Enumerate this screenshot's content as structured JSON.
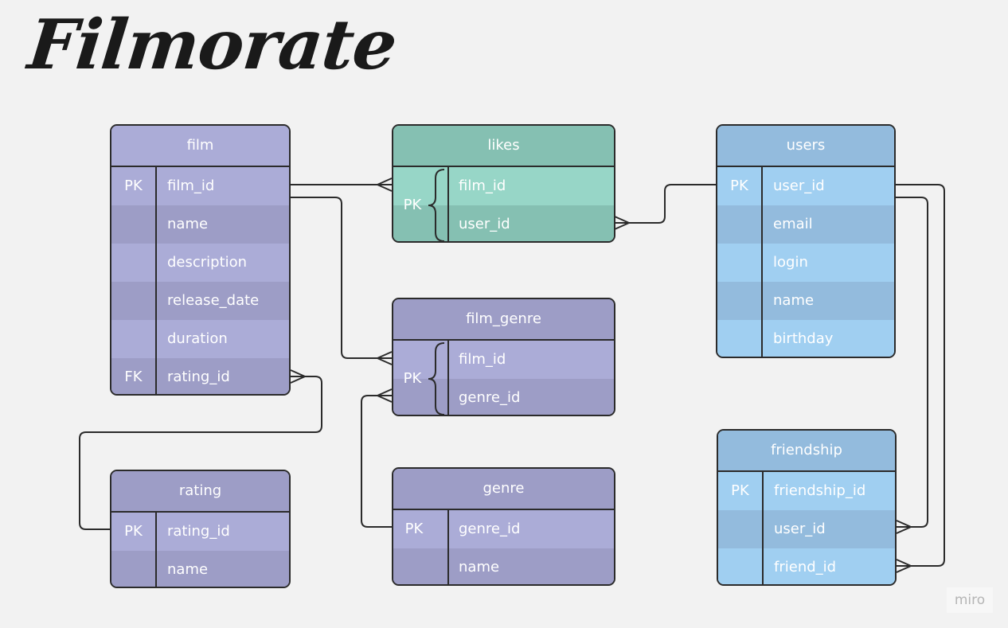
{
  "title": "Filmorate",
  "watermark": "miro",
  "colors": {
    "purple_light": "#abacd7",
    "purple_dark": "#9d9dc6",
    "teal_light": "#97d6c7",
    "teal_dark": "#85c0b2",
    "blue_light": "#a0cff1",
    "blue_dark": "#93bbdd",
    "line": "#2b2b2b"
  },
  "entities": {
    "film": {
      "name": "film",
      "rows": [
        {
          "key": "PK",
          "field": "film_id"
        },
        {
          "key": "",
          "field": "name"
        },
        {
          "key": "",
          "field": "description"
        },
        {
          "key": "",
          "field": "release_date"
        },
        {
          "key": "",
          "field": "duration"
        },
        {
          "key": "FK",
          "field": "rating_id"
        }
      ]
    },
    "likes": {
      "name": "likes",
      "pk_group": "PK",
      "rows": [
        {
          "key": "",
          "field": "film_id"
        },
        {
          "key": "",
          "field": "user_id"
        }
      ]
    },
    "users": {
      "name": "users",
      "rows": [
        {
          "key": "PK",
          "field": "user_id"
        },
        {
          "key": "",
          "field": "email"
        },
        {
          "key": "",
          "field": "login"
        },
        {
          "key": "",
          "field": "name"
        },
        {
          "key": "",
          "field": "birthday"
        }
      ]
    },
    "film_genre": {
      "name": "film_genre",
      "pk_group": "PK",
      "rows": [
        {
          "key": "",
          "field": "film_id"
        },
        {
          "key": "",
          "field": "genre_id"
        }
      ]
    },
    "rating": {
      "name": "rating",
      "rows": [
        {
          "key": "PK",
          "field": "rating_id"
        },
        {
          "key": "",
          "field": "name"
        }
      ]
    },
    "genre": {
      "name": "genre",
      "rows": [
        {
          "key": "PK",
          "field": "genre_id"
        },
        {
          "key": "",
          "field": "name"
        }
      ]
    },
    "friendship": {
      "name": "friendship",
      "rows": [
        {
          "key": "PK",
          "field": "friendship_id"
        },
        {
          "key": "",
          "field": "user_id"
        },
        {
          "key": "",
          "field": "friend_id"
        }
      ]
    }
  }
}
